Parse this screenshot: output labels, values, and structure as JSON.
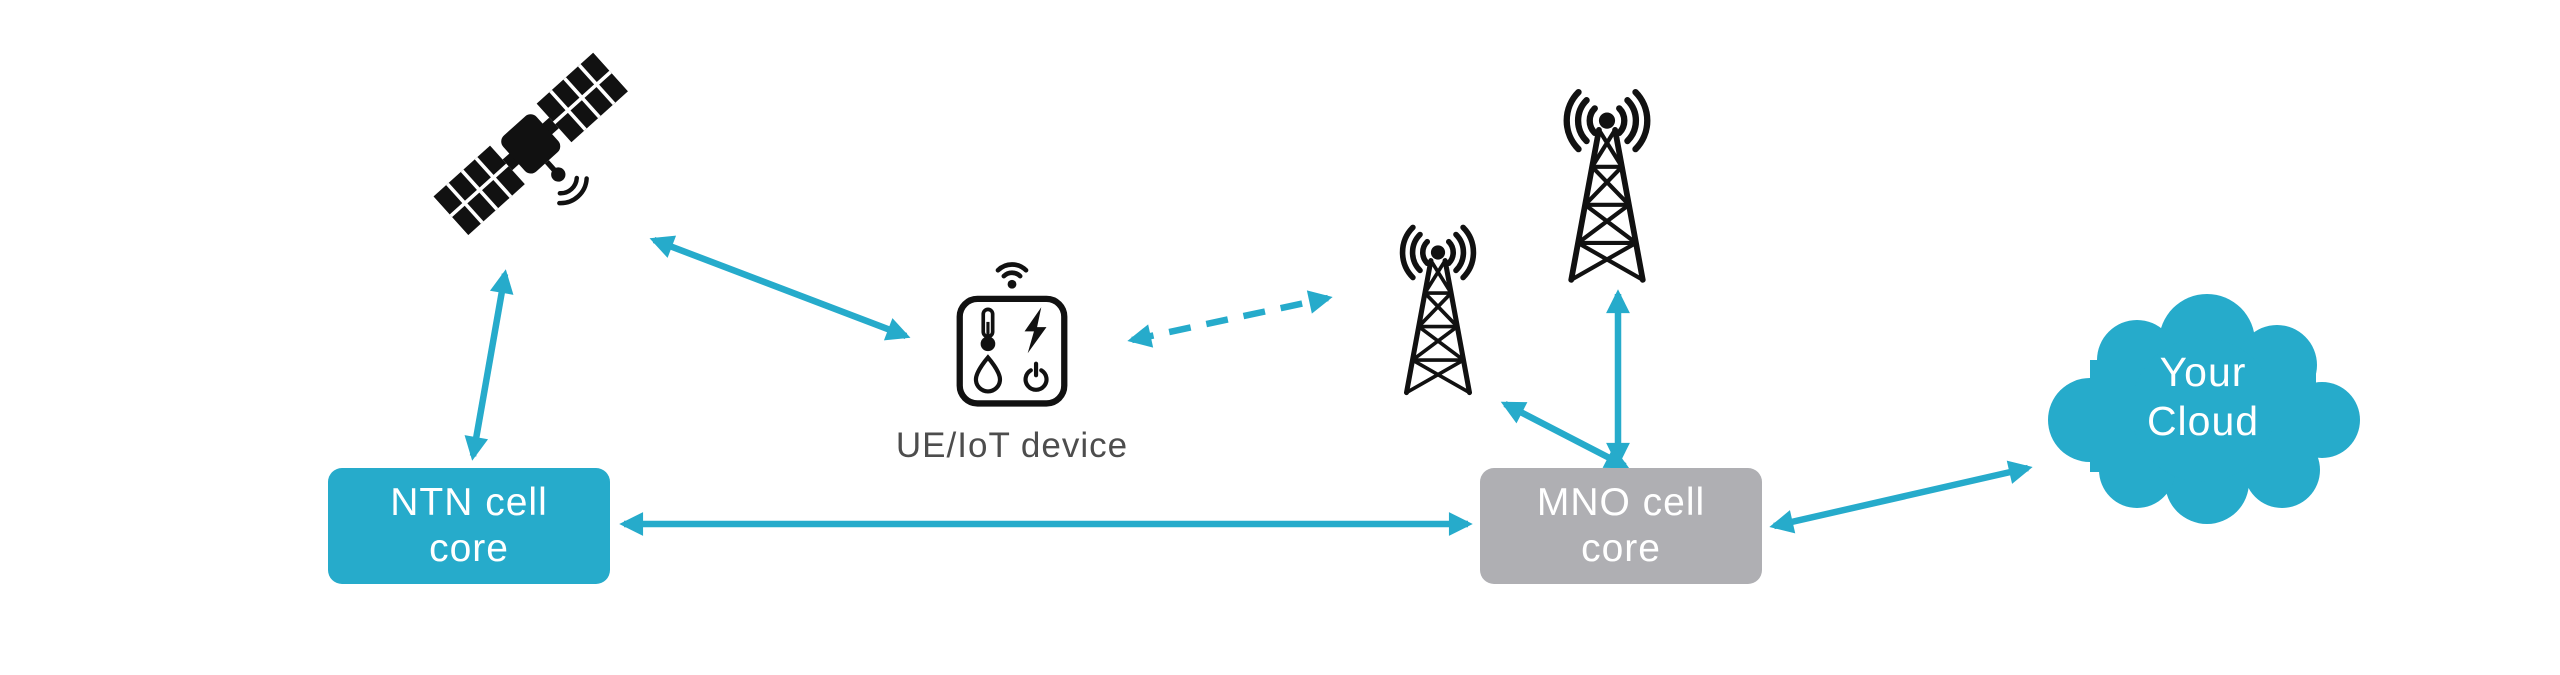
{
  "diagram": {
    "colors": {
      "accent": "#26abcb",
      "gray_box": "#afafb3",
      "icon_black": "#111111",
      "label_gray": "#4d4d4d",
      "background": "#ffffff"
    },
    "nodes": {
      "satellite": {
        "icon": "satellite-icon"
      },
      "ue_iot": {
        "label": "UE/IoT device",
        "icon": "iot-device-icon"
      },
      "tower_small": {
        "icon": "cell-tower-icon"
      },
      "tower_large": {
        "icon": "cell-tower-icon"
      },
      "ntn_core": {
        "label": "NTN cell core"
      },
      "mno_core": {
        "label": "MNO cell core"
      },
      "cloud": {
        "label": "Your Cloud",
        "icon": "cloud-shape"
      }
    },
    "links": [
      {
        "from": "satellite",
        "to": "ntn_core",
        "style": "solid",
        "bidirectional": true
      },
      {
        "from": "satellite",
        "to": "ue_iot",
        "style": "solid",
        "bidirectional": true
      },
      {
        "from": "ue_iot",
        "to": "tower_small",
        "style": "dashed",
        "bidirectional": true
      },
      {
        "from": "mno_core",
        "to": "tower_small",
        "style": "solid",
        "bidirectional": true
      },
      {
        "from": "mno_core",
        "to": "tower_large",
        "style": "solid",
        "bidirectional": true
      },
      {
        "from": "ntn_core",
        "to": "mno_core",
        "style": "solid",
        "bidirectional": true
      },
      {
        "from": "mno_core",
        "to": "cloud",
        "style": "solid",
        "bidirectional": true
      }
    ]
  }
}
